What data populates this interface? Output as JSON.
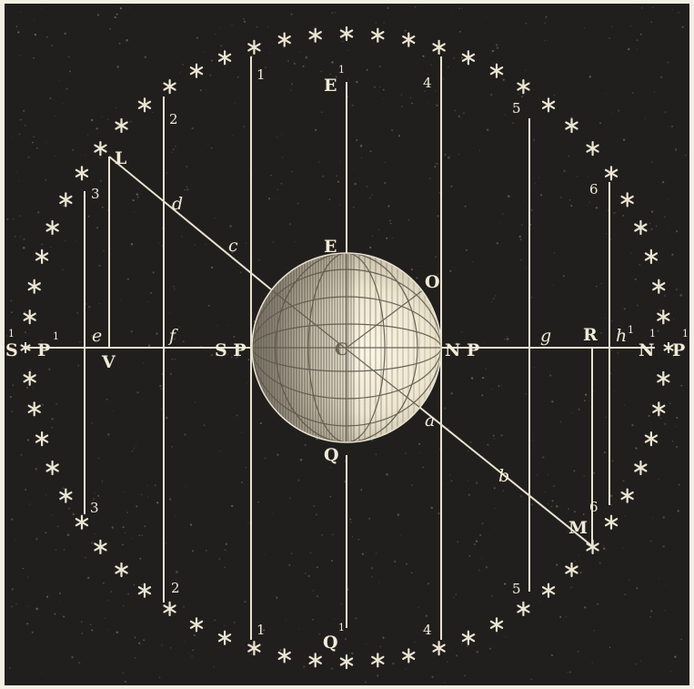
{
  "colors": {
    "background": "#211f1d",
    "line": "#e9e2d0",
    "star": "#ece5d3",
    "globe_light": "#f6f0dc",
    "globe_shade": "#5a554b"
  },
  "labels": {
    "E1": "E",
    "E1_sup": "1",
    "E": "E",
    "Q": "Q",
    "Q1": "Q",
    "Q1_sup": "1",
    "SP": "S P",
    "NP": "N P",
    "S1": "S",
    "S1_sup": "1",
    "P1_left": "P",
    "P1_left_sup": "1",
    "N1": "N",
    "N1_sup": "1",
    "P1_right": "P",
    "P1_right_sup": "1",
    "V": "V",
    "R": "R",
    "L": "L",
    "M": "M",
    "O": "O",
    "C": "C"
  },
  "italic_letters": {
    "a": "a",
    "b": "b",
    "c": "c",
    "d": "d",
    "e": "e",
    "f": "f",
    "g": "g",
    "h": "h",
    "h_sup": "1"
  },
  "line_numbers": {
    "n1_top": "1",
    "n1_bottom": "1",
    "n2_top": "2",
    "n2_bottom": "2",
    "n3_top": "3",
    "n3_bottom": "3",
    "n4_top": "4",
    "n4_bottom": "4",
    "n5_top": "5",
    "n5_bottom": "5",
    "n6_top": "6",
    "n6_bottom": "6"
  }
}
